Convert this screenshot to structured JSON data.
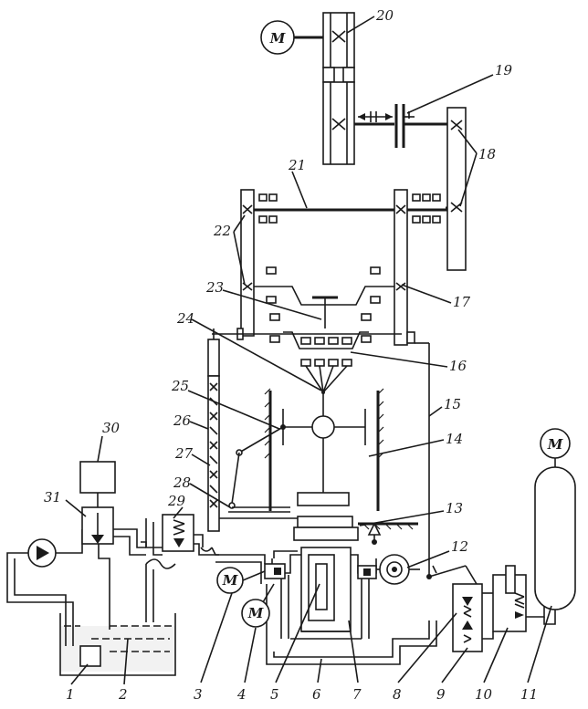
{
  "motor_label": "M",
  "labels": [
    "1",
    "2",
    "3",
    "4",
    "5",
    "6",
    "7",
    "8",
    "9",
    "10",
    "11",
    "12",
    "13",
    "14",
    "15",
    "16",
    "17",
    "18",
    "19",
    "20",
    "21",
    "22",
    "23",
    "24",
    "25",
    "26",
    "27",
    "28",
    "29",
    "30",
    "31"
  ]
}
